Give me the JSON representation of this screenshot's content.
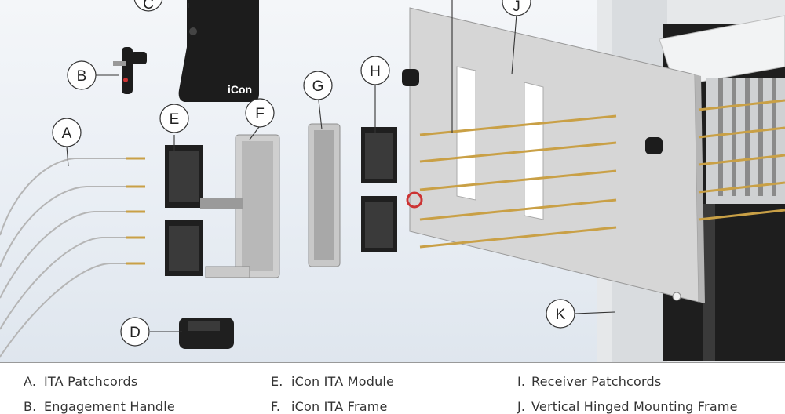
{
  "callouts": {
    "a": "A",
    "b": "B",
    "c": "C",
    "d": "D",
    "e": "E",
    "f": "F",
    "g": "G",
    "h": "H",
    "j": "J",
    "k": "K"
  },
  "product_text": {
    "icon_logo": "iCon"
  },
  "legend": {
    "col1": [
      {
        "letter": "A.",
        "label": "ITA Patchcords"
      },
      {
        "letter": "B.",
        "label": "Engagement Handle"
      }
    ],
    "col2": [
      {
        "letter": "E.",
        "label": "iCon ITA Module"
      },
      {
        "letter": "F.",
        "label": "iCon ITA Frame"
      }
    ],
    "col3": [
      {
        "letter": "I.",
        "label": "Receiver Patchcords"
      },
      {
        "letter": "J.",
        "label": "Vertical Hinged Mounting Frame"
      }
    ]
  },
  "colors": {
    "black_part": "#1c1c1c",
    "frame_grey": "#d8d8d8",
    "gold_probe": "#c9a046",
    "rack": "#2a2a2a"
  }
}
